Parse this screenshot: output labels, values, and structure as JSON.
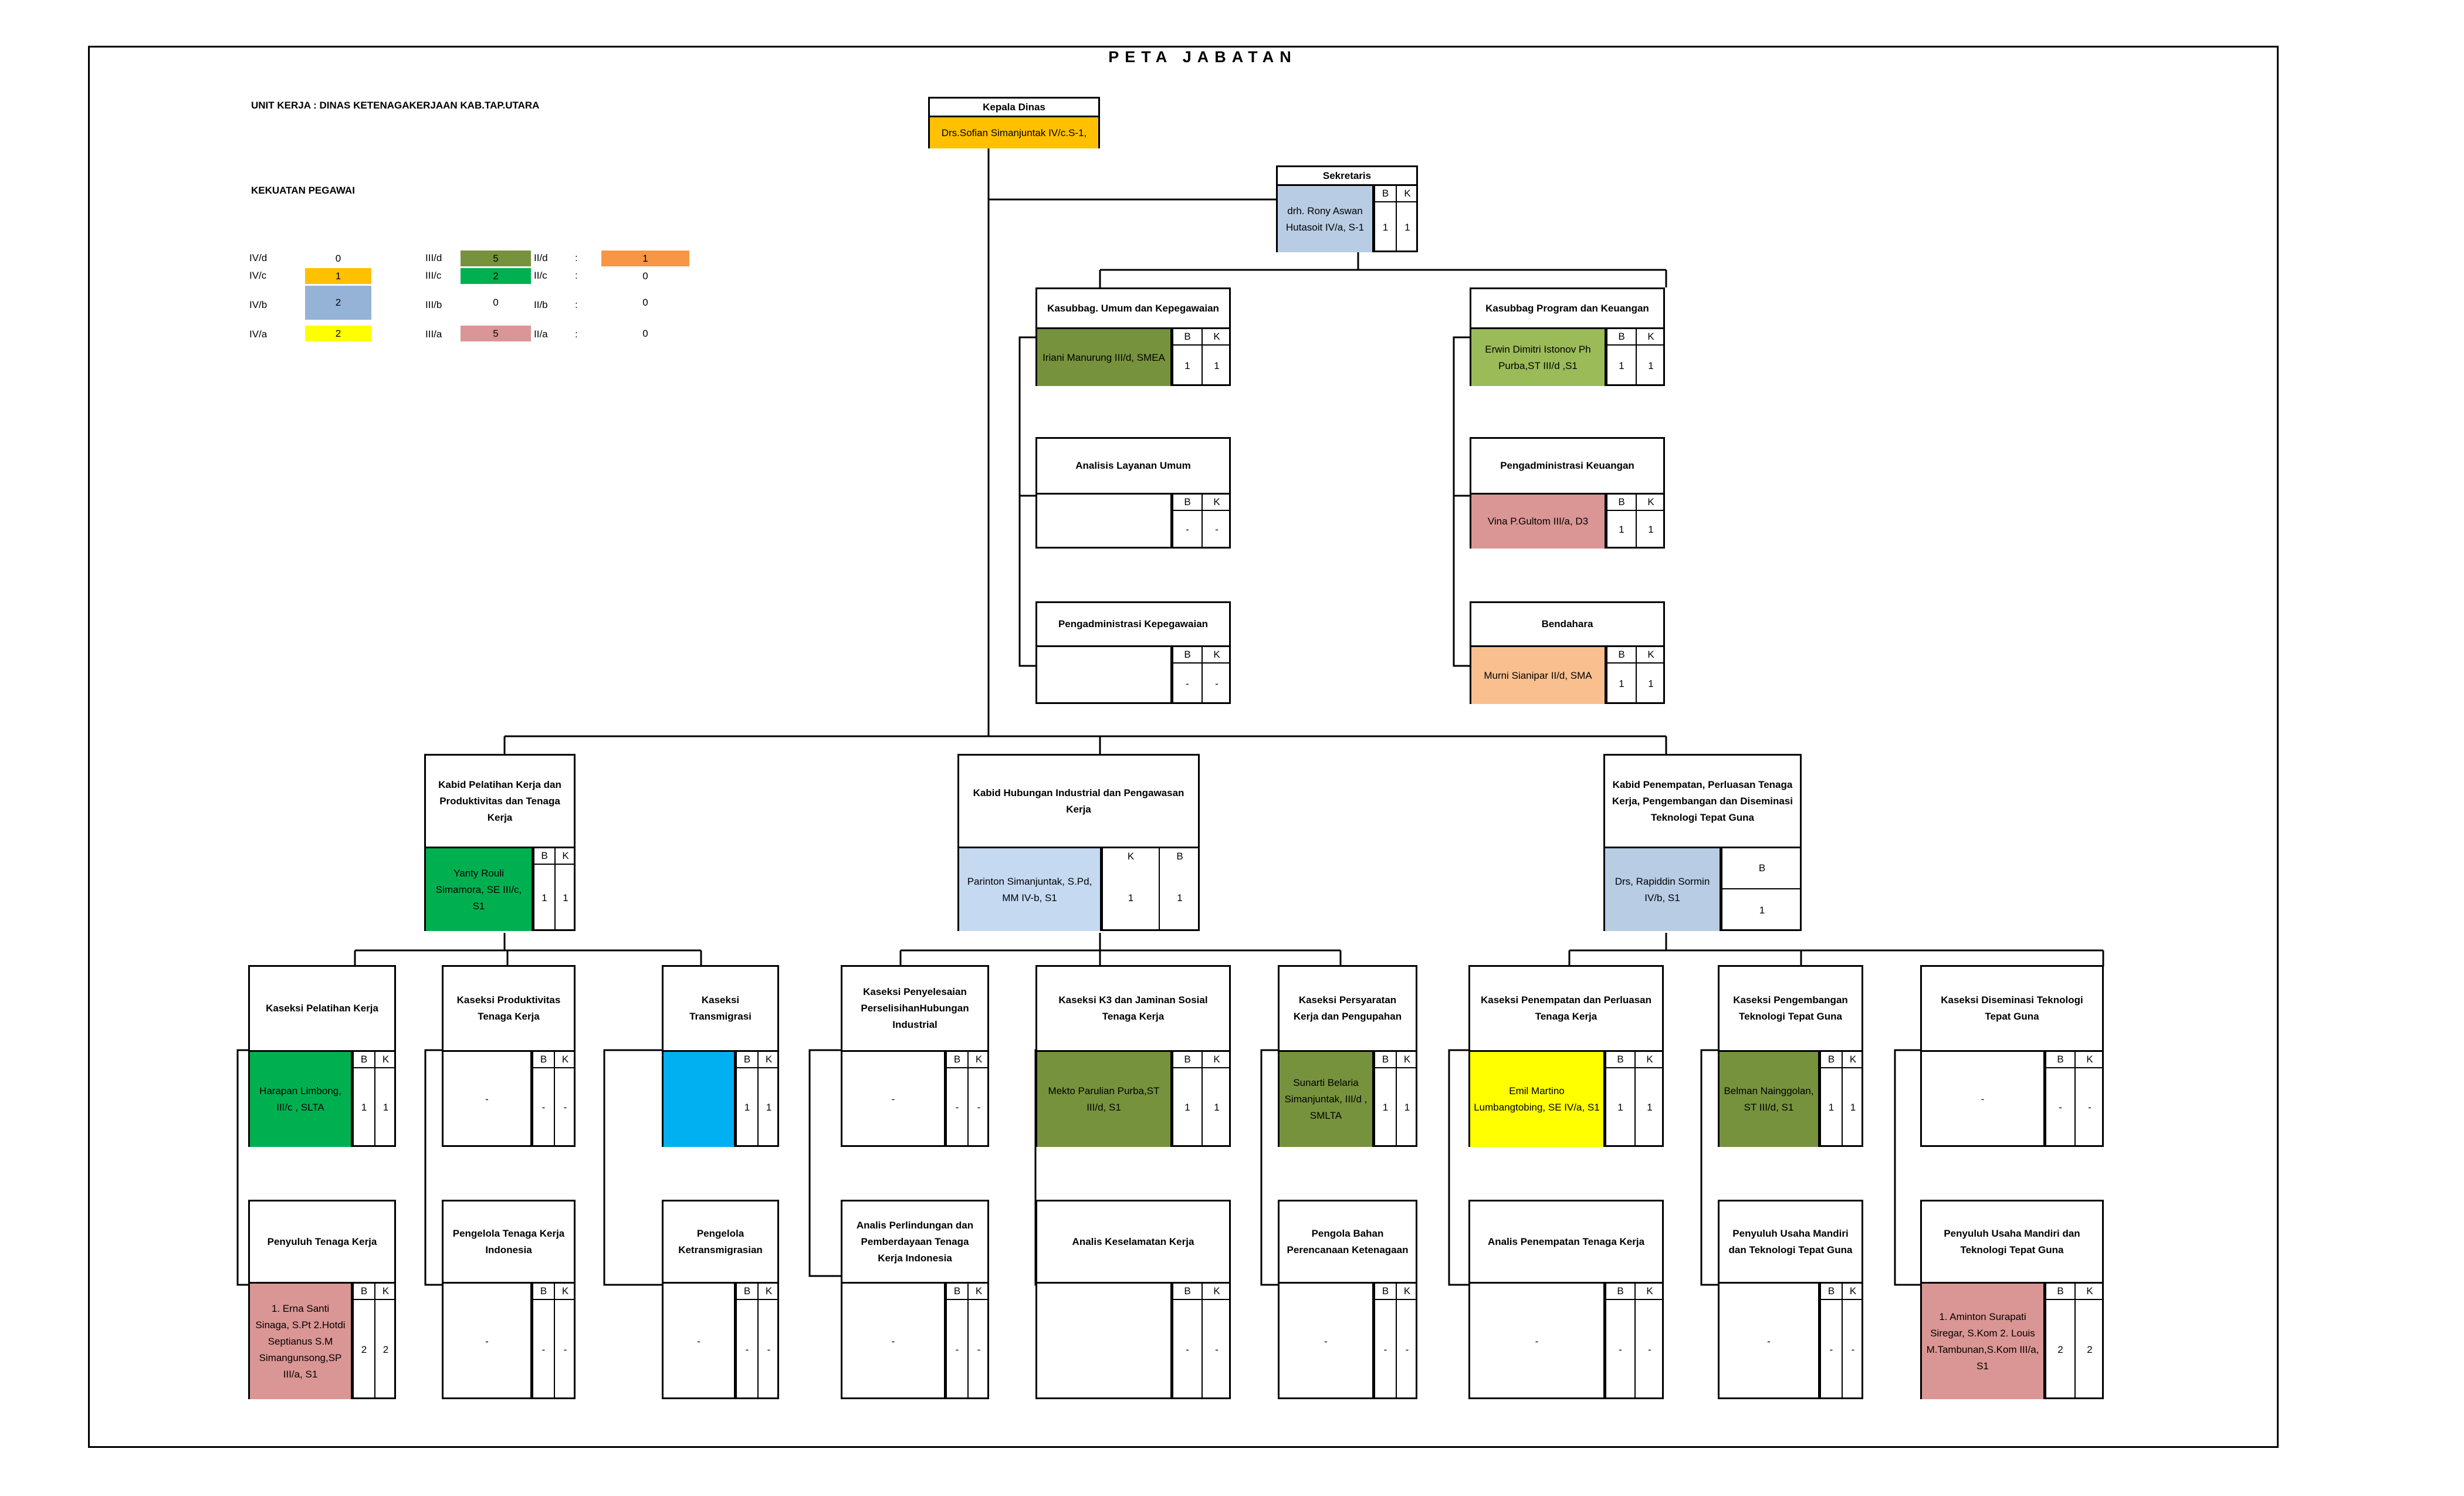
{
  "title": "PETA JABATAN",
  "unit_kerja": "UNIT KERJA : DINAS KETENAGAKERJAAN KAB.TAP.UTARA",
  "kekuatan_label": "KEKUATAN PEGAWAI",
  "colors": {
    "ivc": "#FFC000",
    "ivb": "#95B3D7",
    "iva": "#FFFF00",
    "iiid": "#76923C",
    "iiic": "#00B050",
    "iiia": "#DA9694",
    "iid": "#F79646",
    "kasubbag": "#9BBB59",
    "kepala_bidang_ivb": "#B8CCE4",
    "kabid_ivb": "#C5D9F1",
    "trans": "#00B0F0",
    "bendahara": "#FABF8F"
  },
  "legend": {
    "col1": [
      {
        "grade": "IV/d",
        "count": "0"
      },
      {
        "grade": "IV/c",
        "count": "1"
      },
      {
        "grade": "IV/b",
        "count": "2"
      },
      {
        "grade": "IV/a",
        "count": "2"
      }
    ],
    "col2": [
      {
        "grade": "III/d",
        "count": "5"
      },
      {
        "grade": "III/c",
        "count": "2"
      },
      {
        "grade": "III/b",
        "count": "0"
      },
      {
        "grade": "III/a",
        "count": "5"
      }
    ],
    "col3": [
      {
        "grade": "II/d",
        "sep": ":",
        "count": "1"
      },
      {
        "grade": "II/c",
        "sep": ":",
        "count": "0"
      },
      {
        "grade": "II/b",
        "sep": ":",
        "count": "0"
      },
      {
        "grade": "II/a",
        "sep": ":",
        "count": "0"
      }
    ]
  },
  "kepala": {
    "title": "Kepala Dinas",
    "name": "Drs.Sofian Simanjuntak IV/c.S-1,"
  },
  "sekretaris": {
    "title": "Sekretaris",
    "name": "drh. Rony Aswan Hutasoit IV/a, S-1",
    "b_label": "B",
    "k_label": "K",
    "b": "1",
    "k": "1"
  },
  "umum": {
    "title": "Kasubbag. Umum dan Kepegawaian",
    "name": "Iriani Manurung III/d,  SMEA",
    "b_label": "B",
    "k_label": "K",
    "b": "1",
    "k": "1"
  },
  "analisis_umum": {
    "title": "Analisis Layanan Umum",
    "name": "",
    "b_label": "B",
    "k_label": "K",
    "b": "-",
    "k": "-"
  },
  "peng_kepeg": {
    "title": "Pengadministrasi Kepegawaian",
    "name": "",
    "b_label": "B",
    "k_label": "K",
    "b": "-",
    "k": "-"
  },
  "program": {
    "title": "Kasubbag Program dan Keuangan",
    "name": "Erwin Dimitri Istonov Ph Purba,ST           III/d ,S1",
    "b_label": "B",
    "k_label": "K",
    "b": "1",
    "k": "1"
  },
  "peng_keu": {
    "title": "Pengadministrasi Keuangan",
    "name": "Vina P.Gultom III/a, D3",
    "b_label": "B",
    "k_label": "K",
    "b": "1",
    "k": "1"
  },
  "bendahara": {
    "title": "Bendahara",
    "name": "Murni Sianipar II/d, SMA",
    "b_label": "B",
    "k_label": "K",
    "b": "1",
    "k": "1"
  },
  "kabid1": {
    "title": "Kabid Pelatihan Kerja dan Produktivitas dan Tenaga Kerja",
    "name": "Yanty Rouli Simamora, SE III/c, S1",
    "b_label": "B",
    "k_label": "K",
    "b": "1",
    "k": "1"
  },
  "kabid2": {
    "title": "Kabid Hubungan Industrial dan Pengawasan Kerja",
    "name": "Parinton Simanjuntak, S.Pd, MM IV-b, S1",
    "b_label": "K",
    "k_label": "B",
    "b": "1",
    "k": "1"
  },
  "kabid3": {
    "title": "Kabid Penempatan, Perluasan Tenaga Kerja, Pengembangan dan Diseminasi Teknologi Tepat Guna",
    "name": "Drs, Rapiddin Sormin IV/b, S1",
    "b_label": "B",
    "b": "1"
  },
  "s1": {
    "title": "Kaseksi Pelatihan Kerja",
    "name": "Harapan Limbong, III/c , SLTA",
    "b_label": "B",
    "k_label": "K",
    "b": "1",
    "k": "1"
  },
  "s2": {
    "title": "Kaseksi Produktivitas Tenaga Kerja",
    "name": "-",
    "b_label": "B",
    "k_label": "K",
    "b": "-",
    "k": "-"
  },
  "s3": {
    "title": "Kaseksi Transmigrasi",
    "name": "",
    "b_label": "B",
    "k_label": "K",
    "b": "1",
    "k": "1"
  },
  "s4": {
    "title": "Kaseksi Penyelesaian PerselisihanHubungan Industrial",
    "name": "-",
    "b_label": "B",
    "k_label": "K",
    "b": "-",
    "k": "-"
  },
  "s5": {
    "title": "Kaseksi K3 dan Jaminan Sosial Tenaga Kerja",
    "name": "Mekto Parulian Purba,ST III/d, S1",
    "b_label": "B",
    "k_label": "K",
    "b": "1",
    "k": "1"
  },
  "s6": {
    "title": "Kaseksi Persyaratan Kerja dan Pengupahan",
    "name": "Sunarti Belaria Simanjuntak, III/d , SMLTA",
    "b_label": "B",
    "k_label": "K",
    "b": "1",
    "k": "1"
  },
  "s7": {
    "title": "Kaseksi Penempatan dan Perluasan Tenaga Kerja",
    "name": "Emil Martino Lumbangtobing, SE IV/a, S1",
    "b_label": "B",
    "k_label": "K",
    "b": "1",
    "k": "1"
  },
  "s8": {
    "title": "Kaseksi Pengembangan Teknologi Tepat Guna",
    "name": "Belman Nainggolan, ST III/d, S1",
    "b_label": "B",
    "k_label": "K",
    "b": "1",
    "k": "1"
  },
  "s9": {
    "title": "Kaseksi Diseminasi Teknologi Tepat Guna",
    "name": "-",
    "b_label": "B",
    "k_label": "K",
    "b": "-",
    "k": "-"
  },
  "f1": {
    "title": "Penyuluh Tenaga Kerja",
    "name": "1. Erna Santi Sinaga, S.Pt    2.Hotdi Septianus S.M Simangunsong,SP III/a, S1",
    "b_label": "B",
    "k_label": "K",
    "b": "2",
    "k": "2"
  },
  "f2": {
    "title": "Pengelola Tenaga Kerja Indonesia",
    "name": "-",
    "b_label": "B",
    "k_label": "K",
    "b": "-",
    "k": "-"
  },
  "f3": {
    "title": "Pengelola Ketransmigrasian",
    "name": "-",
    "b_label": "B",
    "k_label": "K",
    "b": "-",
    "k": "-"
  },
  "f4": {
    "title": "Analis Perlindungan dan Pemberdayaan Tenaga Kerja Indonesia",
    "name": "-",
    "b_label": "B",
    "k_label": "K",
    "b": "-",
    "k": "-"
  },
  "f5": {
    "title": "Analis Keselamatan Kerja",
    "name": "",
    "b_label": "B",
    "k_label": "K",
    "b": "-",
    "k": "-"
  },
  "f6": {
    "title": "Pengola Bahan Perencanaan Ketenagaan",
    "name": "-",
    "b_label": "B",
    "k_label": "K",
    "b": "-",
    "k": "-"
  },
  "f7": {
    "title": "Analis Penempatan Tenaga Kerja",
    "name": "-",
    "b_label": "B",
    "k_label": "K",
    "b": "-",
    "k": "-"
  },
  "f8": {
    "title": "Penyuluh Usaha Mandiri dan Teknologi Tepat Guna",
    "name": "-",
    "b_label": "B",
    "k_label": "K",
    "b": "-",
    "k": "-"
  },
  "f9": {
    "title": "Penyuluh Usaha Mandiri dan Teknologi Tepat Guna",
    "name": "1. Aminton Surapati Siregar, S.Kom 2. Louis M.Tambunan,S.Kom III/a, S1",
    "b_label": "B",
    "k_label": "K",
    "b": "2",
    "k": "2"
  }
}
